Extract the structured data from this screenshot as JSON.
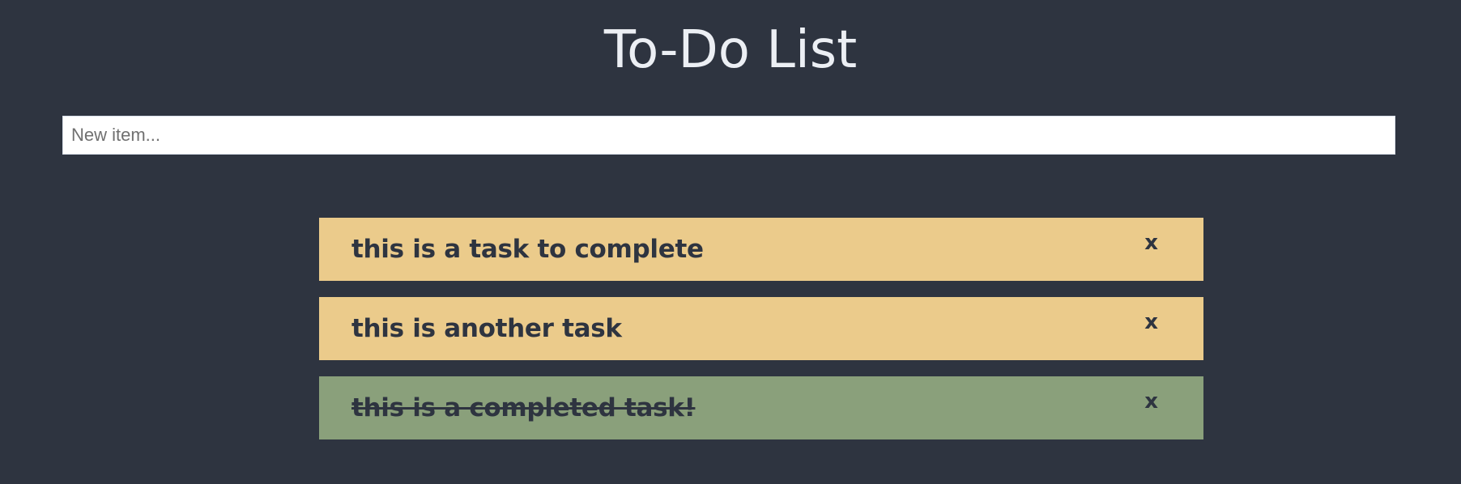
{
  "header": {
    "title": "To-Do List"
  },
  "new_item": {
    "value": "",
    "placeholder": "New item..."
  },
  "todos": [
    {
      "text": "this is a task to complete",
      "completed": false,
      "delete_label": "x"
    },
    {
      "text": "this is another task",
      "completed": false,
      "delete_label": "x"
    },
    {
      "text": "this is a completed task!",
      "completed": true,
      "delete_label": "x"
    }
  ],
  "colors": {
    "background": "#2e3440",
    "title": "#eceff4",
    "pending_item": "#ebcb8b",
    "completed_item": "#8aa07b",
    "item_text": "#2e3440"
  }
}
